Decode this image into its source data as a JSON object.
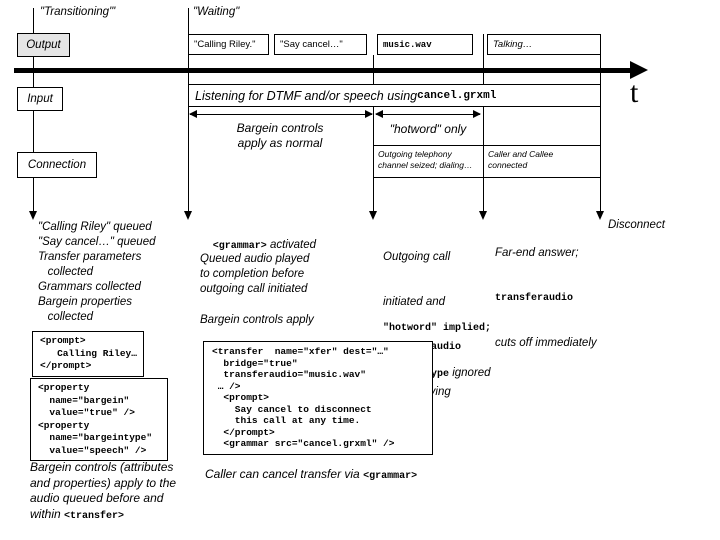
{
  "labels": {
    "transitioning": "\"Transitioning\"'",
    "waiting": "\"Waiting\"",
    "t_axis": "t",
    "disconnect": "Disconnect"
  },
  "lanes": {
    "output": "Output",
    "input": "Input",
    "connection": "Connection"
  },
  "timeline_boxes": {
    "calling_riley": "\"Calling Riley.\"",
    "say_cancel": "\"Say cancel…\"",
    "music_wav": "music.wav",
    "talking": "Talking…"
  },
  "listening": {
    "text": "Listening for DTMF and/or speech using ",
    "code": "cancel.grxml"
  },
  "ranges": {
    "bargein_normal": "Bargein controls\napply as normal",
    "hotword_only": "\"hotword\" only"
  },
  "connection_cells": {
    "outgoing": "Outgoing telephony\nchannel seized; dialing…",
    "connected": "Caller and Callee\nconnected"
  },
  "annotations": {
    "col_a": "\"Calling Riley\" queued\n\"Say cancel…\" queued\nTransfer parameters\n   collected\nGrammars collected\nBargein properties\n   collected",
    "col_b": {
      "l1_code": "<grammar>",
      "l1_rest": " activated",
      "p2": "Queued audio played\nto completion before\noutgoing call initiated",
      "p3": "Bargein controls apply"
    },
    "col_c": {
      "l1": "Outgoing call",
      "l2": "initiated and",
      "l3_code": "transferaudio",
      "l4": "starts playing",
      "p2_l1_code": "\"hotword\" implied;",
      "p2_l2_code": "bargeintype",
      "p2_l2_rest": " ignored"
    },
    "col_d": {
      "l1": "Far-end answer;",
      "l2_code": "transferaudio",
      "l3": "cuts off immediately"
    }
  },
  "code_boxes": {
    "prompt": "<prompt>\n   Calling Riley…\n</prompt>",
    "property": "<property\n  name=\"bargein\"\n  value=\"true\" />\n<property\n  name=\"bargeintype\"\n  value=\"speech\" />",
    "transfer": "<transfer  name=\"xfer\" dest=\"…\"\n  bridge=\"true\"\n  transferaudio=\"music.wav\"\n … />\n  <prompt>\n    Say cancel to disconnect\n    this call at any time.\n  </prompt>\n  <grammar src=\"cancel.grxml\" />"
  },
  "captions": {
    "bargein_text": "Bargein controls (attributes and properties) apply to the audio queued before and within ",
    "bargein_code": "<transfer>",
    "cancel_text": "Caller can cancel transfer via ",
    "cancel_code": "<grammar>"
  },
  "colors": {
    "box_shaded": "#e5e5e5",
    "line": "#000000",
    "background": "#ffffff"
  }
}
